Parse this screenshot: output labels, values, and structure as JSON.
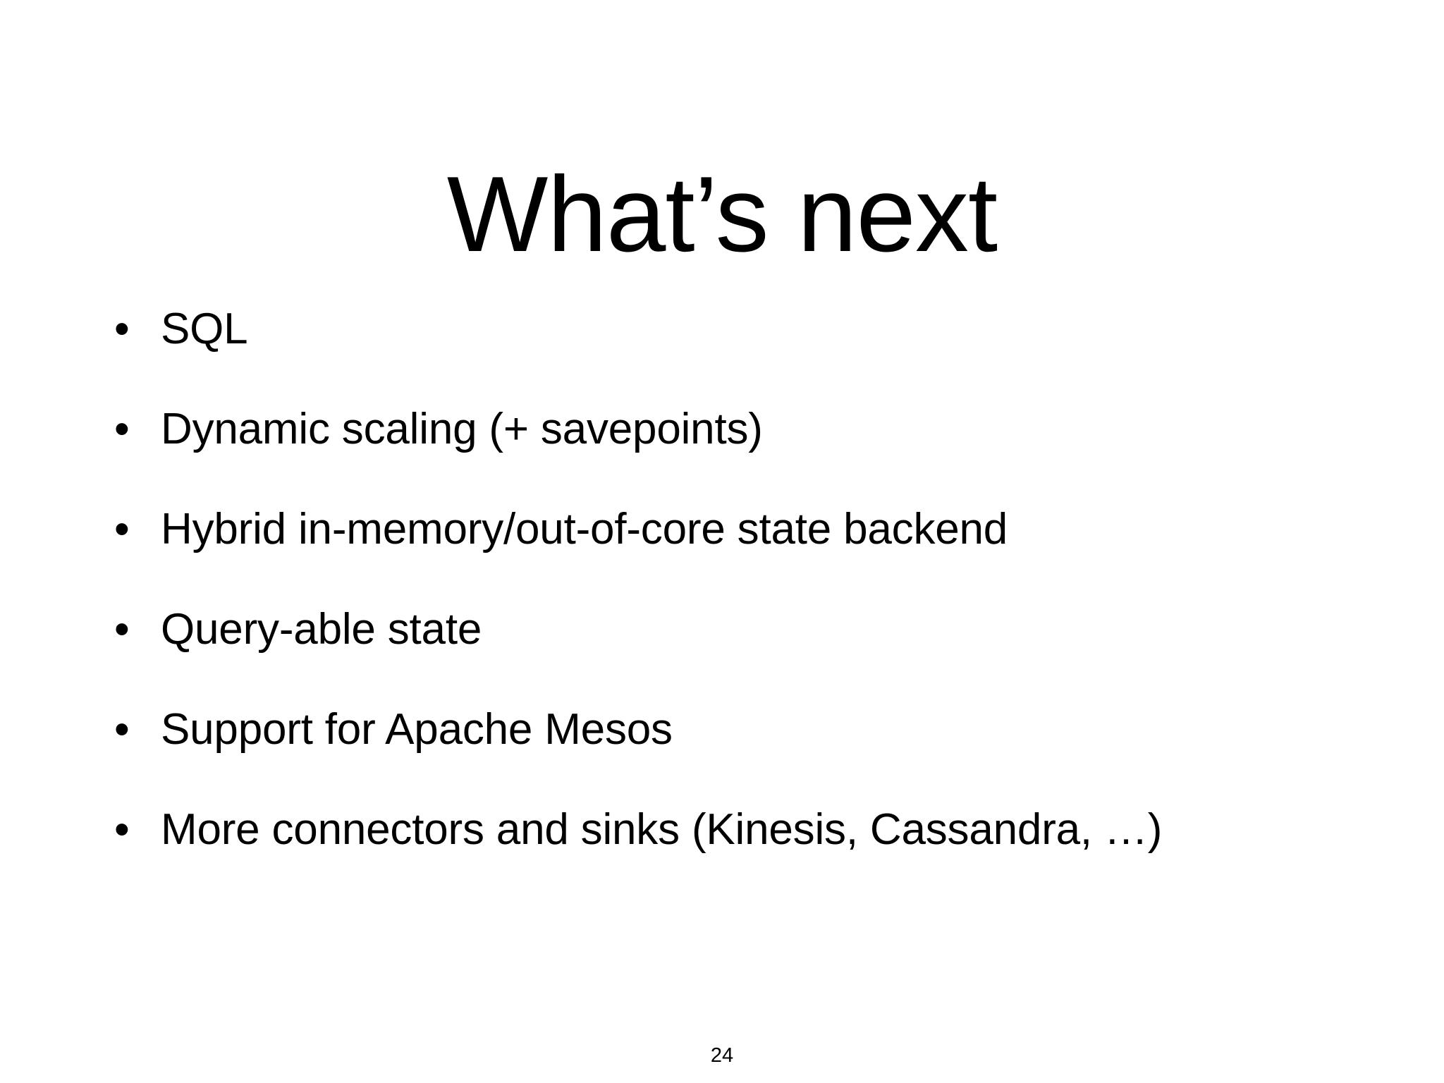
{
  "slide": {
    "title": "What’s next",
    "page_number": "24",
    "background_color": "#ffffff",
    "text_color": "#000000",
    "bullet_glyph": "•",
    "bullets": [
      {
        "marker": "•",
        "text": "SQL"
      },
      {
        "marker": "•",
        "text": "Dynamic scaling (+ savepoints)"
      },
      {
        "marker": "•",
        "text": "Hybrid in-memory/out-of-core state backend"
      },
      {
        "marker": "•",
        "text": "Query-able state"
      },
      {
        "marker": "•",
        "text": "Support for Apache Mesos"
      },
      {
        "marker": "•",
        "text": "More connectors and sinks (Kinesis, Cassandra, …)"
      }
    ]
  }
}
